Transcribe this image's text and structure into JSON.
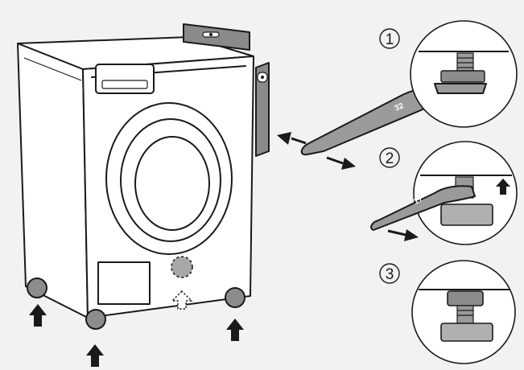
{
  "steps": [
    {
      "label": "1"
    },
    {
      "label": "2"
    },
    {
      "label": "3"
    }
  ],
  "wrench_mark": "32",
  "wrench_mark_small": "17",
  "icons": [
    "spirit-level-icon",
    "wrench-icon",
    "up-arrow-icon",
    "double-arrow-icon"
  ],
  "colors": {
    "background": "#f2f2f2",
    "outline": "#1a1a1a",
    "machine": "#ffffff",
    "foot": "#8c8c8c",
    "wrench": "#9a9a9a",
    "level": "#8a8a8a"
  }
}
